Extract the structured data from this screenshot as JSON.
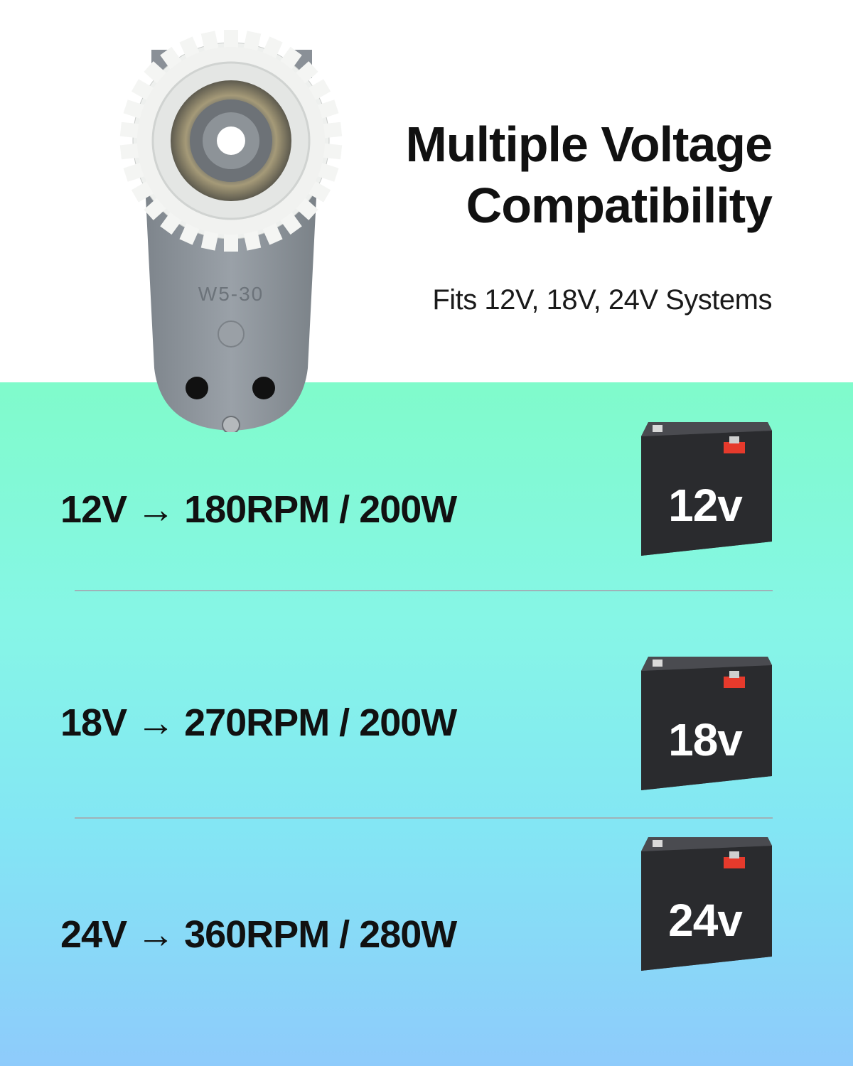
{
  "title_line1": "Multiple Voltage",
  "title_line2": "Compatibility",
  "subtitle": "Fits 12V, 18V, 24V Systems",
  "gearbox": {
    "model_marking": "W5-30"
  },
  "rows": [
    {
      "spec": "12V → 180RPM / 200W",
      "battery_label": "12v"
    },
    {
      "spec": "18V → 270RPM / 200W",
      "battery_label": "18v"
    },
    {
      "spec": "24V → 360RPM / 280W",
      "battery_label": "24v"
    }
  ],
  "colors": {
    "band_top": "#80fbcb",
    "band_bottom": "#8ecbfb",
    "battery_body": "#2a2b2e",
    "terminal_red": "#e63a2c",
    "housing_grey": "#8d949b"
  }
}
